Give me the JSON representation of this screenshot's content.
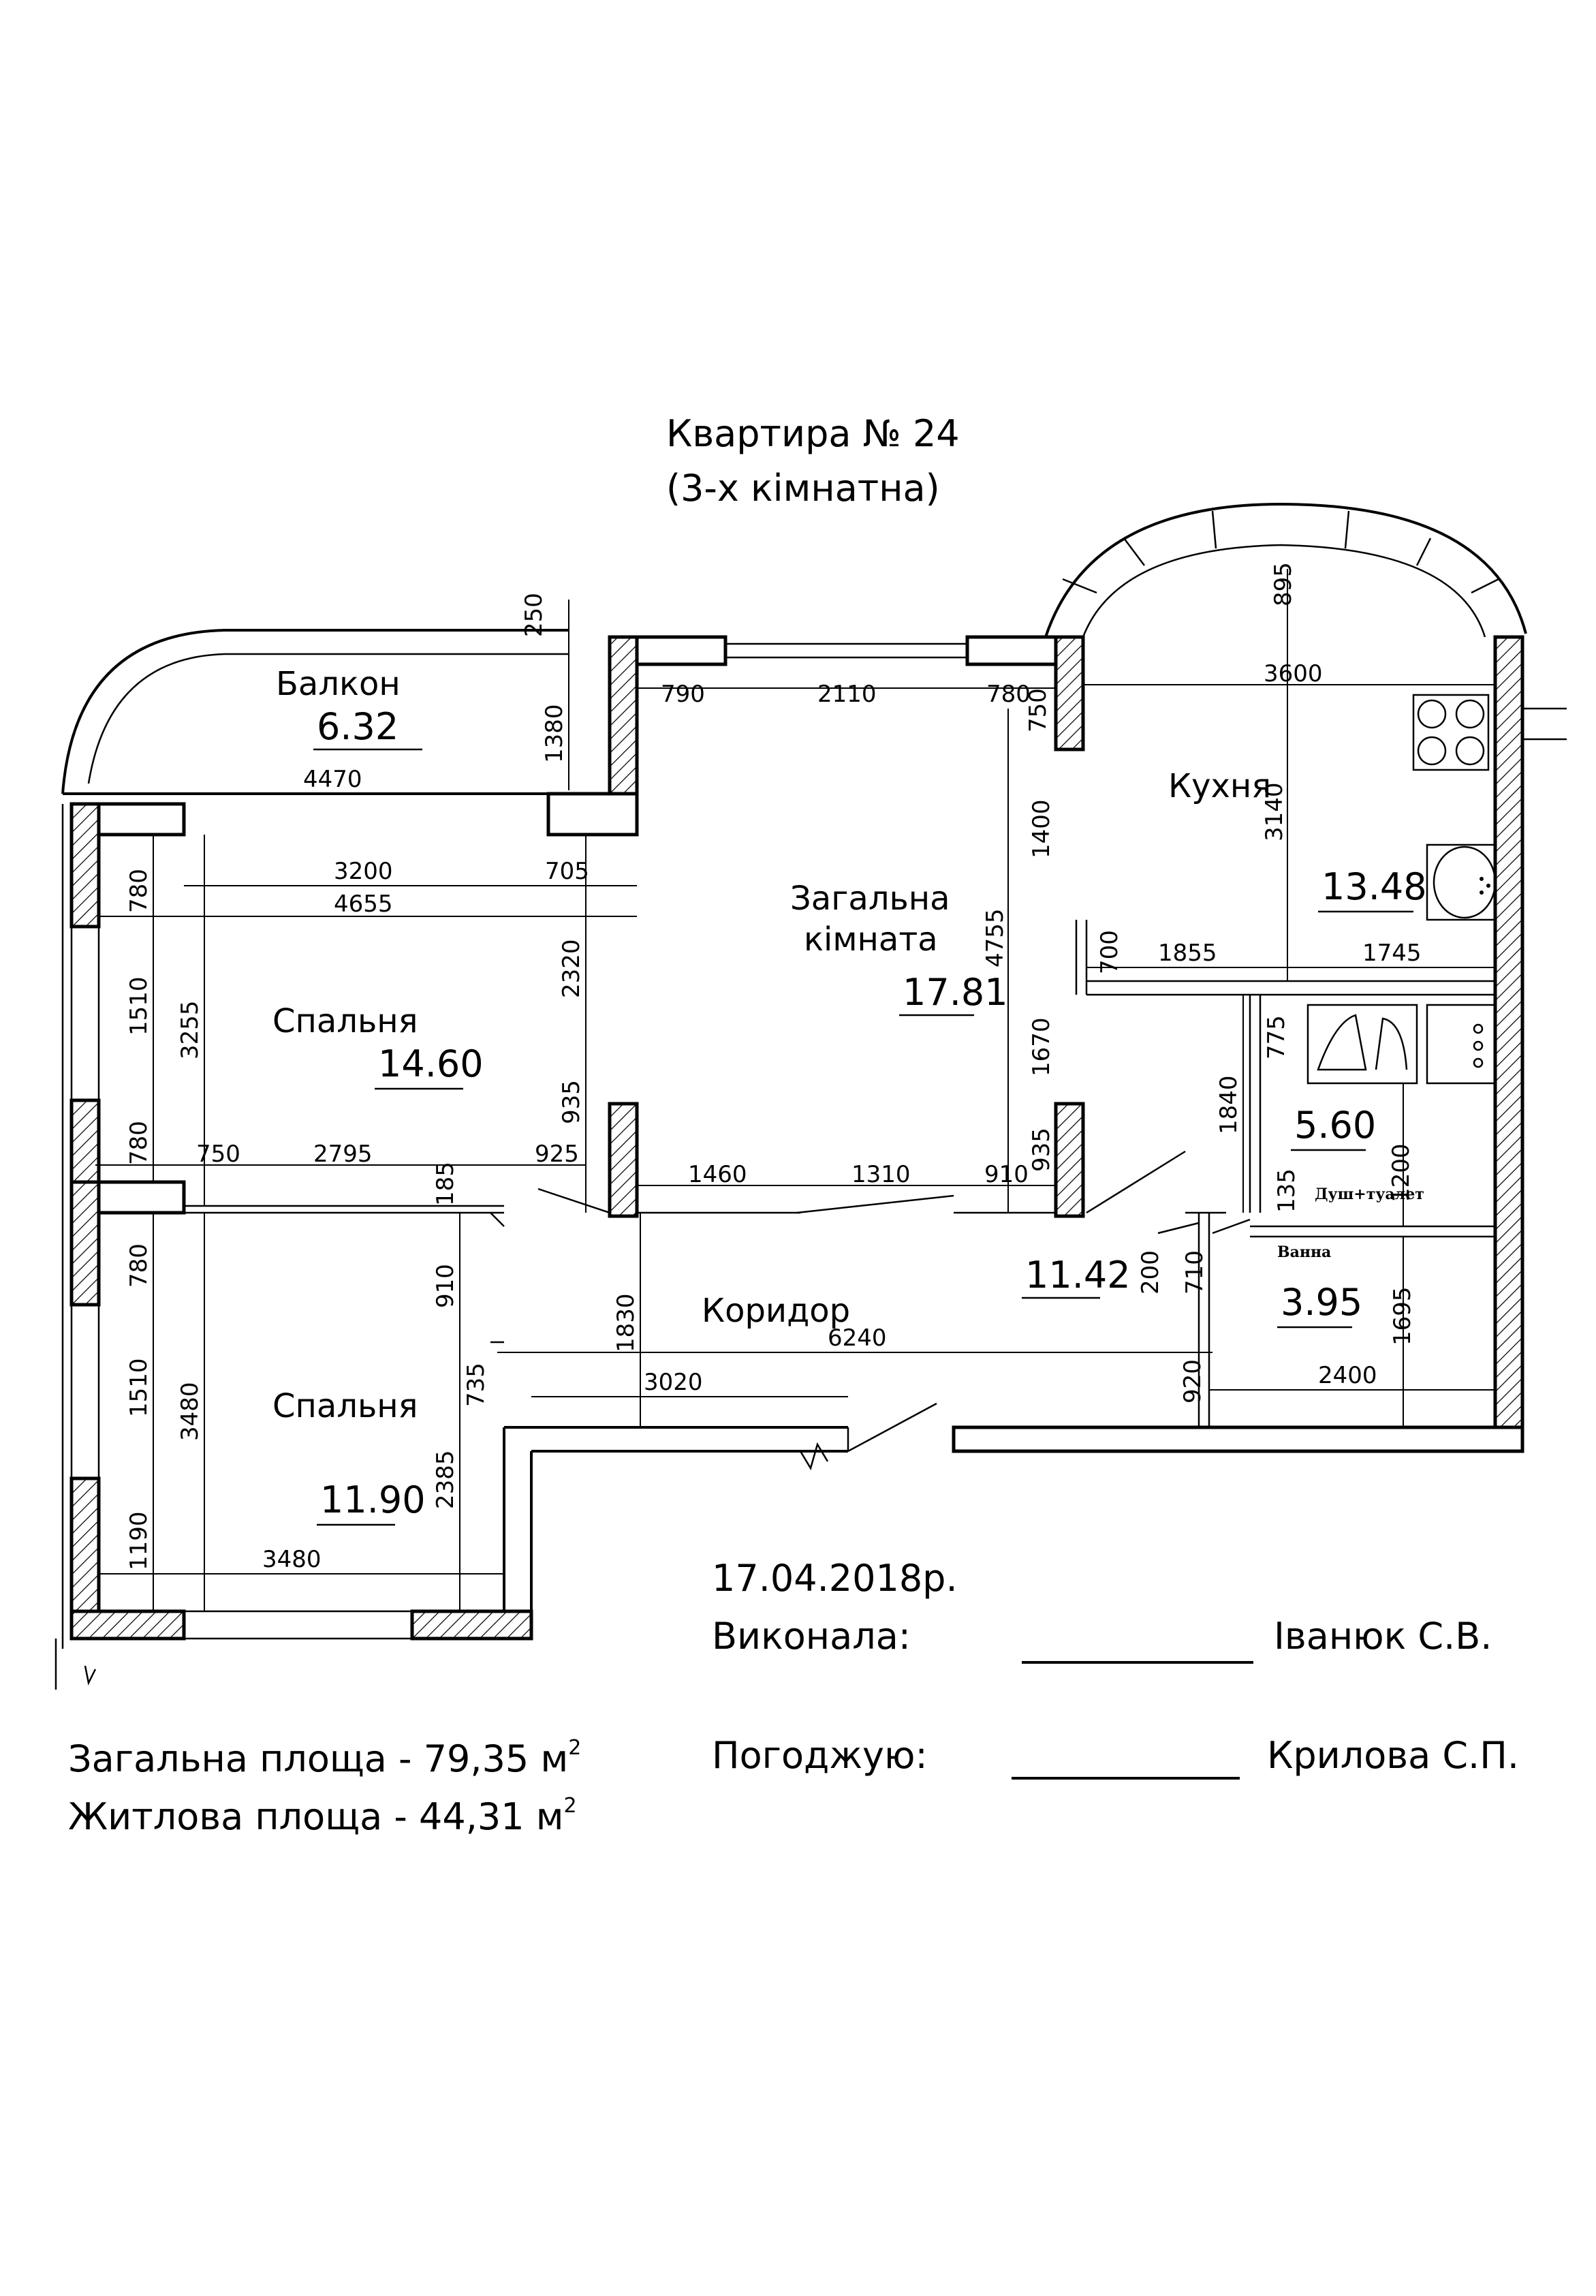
{
  "title": {
    "line1": "Квартира № 24",
    "line2": "(3-х кімнатна)"
  },
  "rooms": {
    "balcony": {
      "name": "Балкон",
      "area": "6.32"
    },
    "living": {
      "name1": "Загальна",
      "name2": "кімната",
      "area": "17.81"
    },
    "kitchen": {
      "name": "Кухня",
      "area": "13.48"
    },
    "bedroom1": {
      "name": "Спальня",
      "area": "14.60"
    },
    "bedroom2": {
      "name": "Спальня",
      "area": "11.90"
    },
    "corridor": {
      "name": "Коридор",
      "area": "11.42"
    },
    "shower": {
      "name": "Душ+туалет",
      "area": "5.60"
    },
    "bath": {
      "name": "Ванна",
      "area": "3.95"
    }
  },
  "dimensions": {
    "d250": "250",
    "d1380": "1380",
    "d4470": "4470",
    "d895": "895",
    "d3600": "3600",
    "d790": "790",
    "d2110": "2110",
    "d780a": "780",
    "d750a": "750",
    "d3200": "3200",
    "d705": "705",
    "d4655": "4655",
    "d780b": "780",
    "d1510a": "1510",
    "d3255": "3255",
    "d2320": "2320",
    "d1400": "1400",
    "d4755": "4755",
    "d3140": "3140",
    "d700": "700",
    "d1855": "1855",
    "d1745": "1745",
    "d1670": "1670",
    "d775": "775",
    "d1840": "1840",
    "d935a": "935",
    "d780c": "780",
    "d750b": "750",
    "d2795": "2795",
    "d925": "925",
    "d1460": "1460",
    "d1310": "1310",
    "d910a": "910",
    "d935b": "935",
    "d1200": "1200",
    "d135": "135",
    "d185": "185",
    "d780d": "780",
    "d910b": "910",
    "d200": "200",
    "d710": "710",
    "d1830": "1830",
    "d6240": "6240",
    "d1695": "1695",
    "d1510b": "1510",
    "d3480a": "3480",
    "d735": "735",
    "d3020": "3020",
    "d920": "920",
    "d2400": "2400",
    "d2385": "2385",
    "d1190": "1190",
    "d3480b": "3480"
  },
  "footer": {
    "date": "17.04.2018р.",
    "executed_label": "Виконала:",
    "executed_name": "Іванюк С.В.",
    "approved_label": "Погоджую:",
    "approved_name": "Крилова С.П.",
    "total_area": "Загальна площа - 79,35 м",
    "living_area": "Житлова площа - 44,31 м",
    "sup": "2"
  }
}
